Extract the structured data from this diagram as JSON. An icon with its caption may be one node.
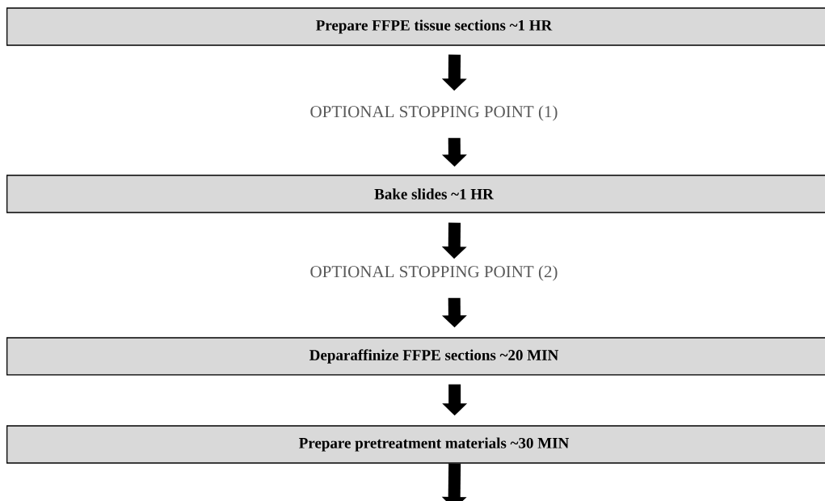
{
  "diagram": {
    "nodes": [
      {
        "text": [
          "Prepare FFPE tissue sections ~1 HR"
        ]
      },
      {
        "text": [
          "OPTIONAL STOPPING POINT (1)"
        ]
      },
      {
        "text": [
          "Bake slides ~1 HR"
        ]
      },
      {
        "text": [
          "OPTIONAL STOPPING POINT (2)"
        ]
      },
      {
        "text": [
          "Deparaffinize FFPE sections ~20 MIN"
        ]
      },
      {
        "text": [
          "Prepare pretreatment materials ~30 MIN"
        ]
      }
    ],
    "edges": [
      {
        "from": 0,
        "to": 1,
        "arrow": "to"
      },
      {
        "from": 1,
        "to": 2,
        "arrow": "to"
      },
      {
        "from": 2,
        "to": 3,
        "arrow": "to"
      },
      {
        "from": 3,
        "to": 4,
        "arrow": "to"
      },
      {
        "from": 4,
        "to": 5,
        "arrow": "to"
      },
      {
        "from": 5,
        "to": null,
        "arrow": "to"
      }
    ]
  }
}
